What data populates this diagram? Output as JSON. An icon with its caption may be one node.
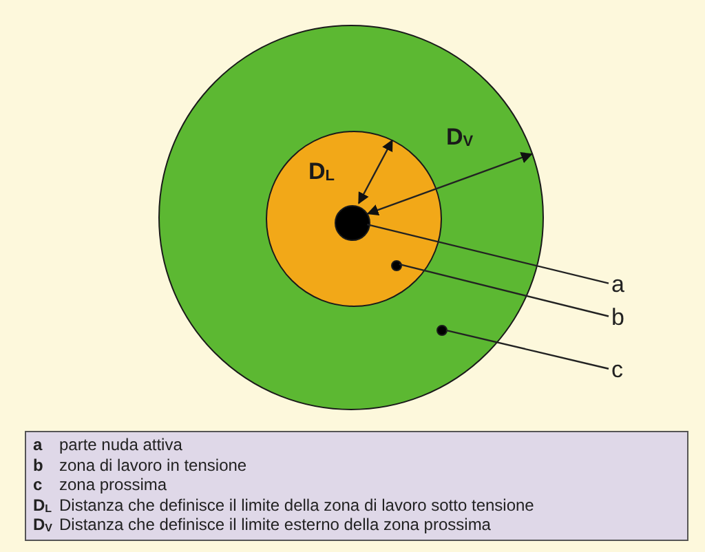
{
  "diagram": {
    "nodes": [
      {
        "text": [],
        "shape": "circle"
      },
      {
        "text": [],
        "shape": "circle",
        "in": 0
      },
      {
        "text": [],
        "shape": "circle",
        "in": 1
      },
      {
        "text": [],
        "shape": "circle",
        "in": 1
      },
      {
        "text": [],
        "shape": "circle",
        "in": 0
      },
      {
        "text": [
          "a"
        ]
      },
      {
        "text": [
          "b"
        ]
      },
      {
        "text": [
          "c"
        ]
      }
    ],
    "edges": [
      {
        "from": 5,
        "to": 2,
        "arrow": "none"
      },
      {
        "from": 6,
        "to": 3,
        "arrow": "none"
      },
      {
        "from": 7,
        "to": 4,
        "arrow": "none"
      },
      {
        "from": 2,
        "to": 1,
        "arrow": "both"
      },
      {
        "from": 2,
        "to": 0,
        "arrow": "both"
      }
    ],
    "labels": [
      "D$_{L}$",
      "D$_{V}$",
      "a",
      "parte nuda attiva",
      "b",
      "zona di lavoro in tensione",
      "c",
      "zona prossima",
      "D$_{L}$",
      "Distanza che definisce il limite della zona di lavoro sotto tensione",
      "D$_{V}$",
      "Distanza che definisce il limite esterno della zona prossima"
    ]
  }
}
